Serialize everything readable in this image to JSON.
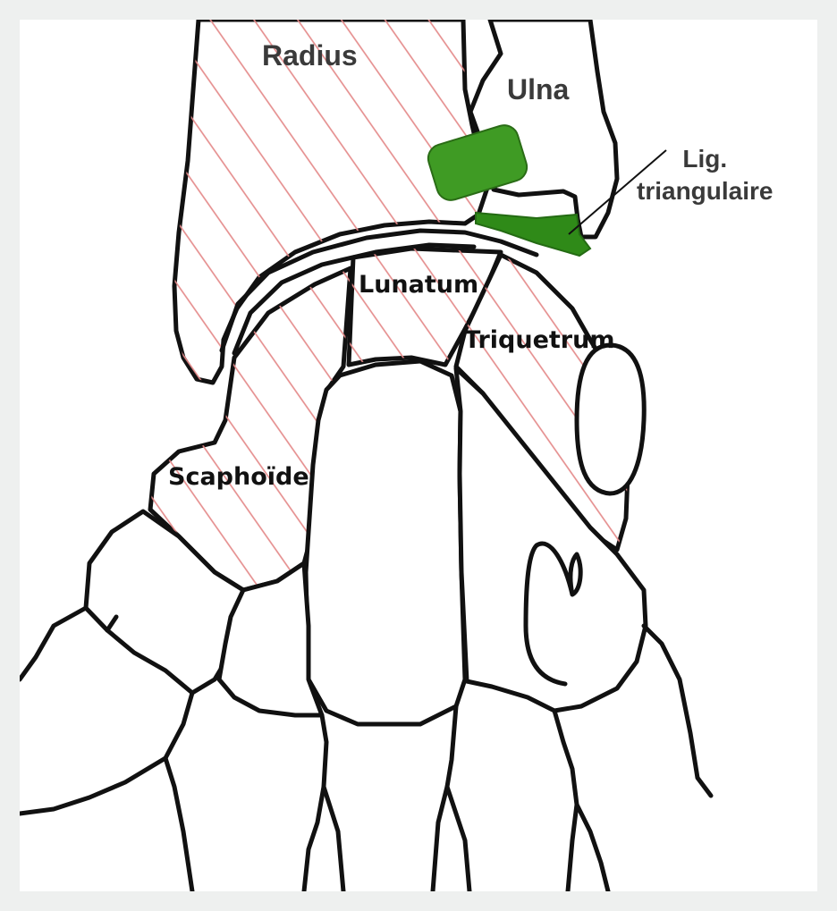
{
  "labels": {
    "radius": "Radius",
    "ulna": "Ulna",
    "ligament_line1": "Lig.",
    "ligament_line2": "triangulaire",
    "lunatum": "Lunatum",
    "triquetrum": "Triquetrum",
    "scaphoide": "Scaphoïde"
  },
  "colors": {
    "highlight": "#2f8a18",
    "hatch": "#e48a8a",
    "outline": "#111111",
    "background": "#eef0ef"
  }
}
